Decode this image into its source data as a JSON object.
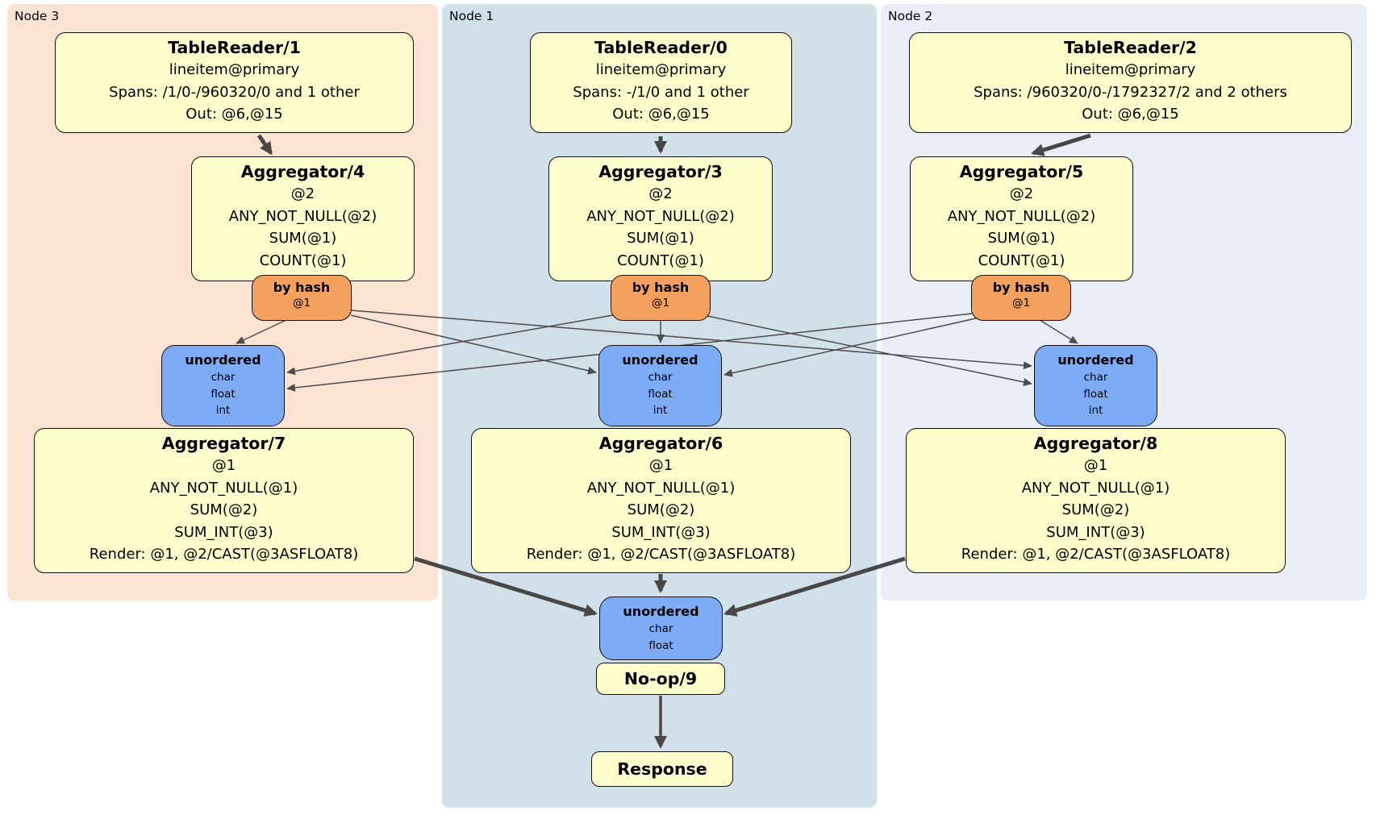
{
  "regions": {
    "node3": {
      "label": "Node 3"
    },
    "node1": {
      "label": "Node 1"
    },
    "node2": {
      "label": "Node 2"
    }
  },
  "boxes": {
    "tr1": {
      "title": "TableReader/1",
      "lines": [
        "lineitem@primary",
        "Spans: /1/0-/960320/0 and 1 other",
        "Out: @6,@15"
      ]
    },
    "agg4": {
      "title": "Aggregator/4",
      "lines": [
        "@2",
        "ANY_NOT_NULL(@2)",
        "SUM(@1)",
        "COUNT(@1)"
      ]
    },
    "hash3": {
      "title": "by hash",
      "sub": "@1"
    },
    "sync3": {
      "title": "unordered",
      "lines": [
        "char",
        "float",
        "int"
      ]
    },
    "agg7": {
      "title": "Aggregator/7",
      "lines": [
        "@1",
        "ANY_NOT_NULL(@1)",
        "SUM(@2)",
        "SUM_INT(@3)",
        "Render: @1, @2/CAST(@3ASFLOAT8)"
      ]
    },
    "tr0": {
      "title": "TableReader/0",
      "lines": [
        "lineitem@primary",
        "Spans: -/1/0 and 1 other",
        "Out: @6,@15"
      ]
    },
    "agg3": {
      "title": "Aggregator/3",
      "lines": [
        "@2",
        "ANY_NOT_NULL(@2)",
        "SUM(@1)",
        "COUNT(@1)"
      ]
    },
    "hash1": {
      "title": "by hash",
      "sub": "@1"
    },
    "sync1": {
      "title": "unordered",
      "lines": [
        "char",
        "float",
        "int"
      ]
    },
    "agg6": {
      "title": "Aggregator/6",
      "lines": [
        "@1",
        "ANY_NOT_NULL(@1)",
        "SUM(@2)",
        "SUM_INT(@3)",
        "Render: @1, @2/CAST(@3ASFLOAT8)"
      ]
    },
    "tr2": {
      "title": "TableReader/2",
      "lines": [
        "lineitem@primary",
        "Spans: /960320/0-/1792327/2 and 2 others",
        "Out: @6,@15"
      ]
    },
    "agg5": {
      "title": "Aggregator/5",
      "lines": [
        "@2",
        "ANY_NOT_NULL(@2)",
        "SUM(@1)",
        "COUNT(@1)"
      ]
    },
    "hash2": {
      "title": "by hash",
      "sub": "@1"
    },
    "sync2": {
      "title": "unordered",
      "lines": [
        "char",
        "float",
        "int"
      ]
    },
    "agg8": {
      "title": "Aggregator/8",
      "lines": [
        "@1",
        "ANY_NOT_NULL(@1)",
        "SUM(@2)",
        "SUM_INT(@3)",
        "Render: @1, @2/CAST(@3ASFLOAT8)"
      ]
    },
    "syncFinal": {
      "title": "unordered",
      "lines": [
        "char",
        "float"
      ]
    },
    "noop": {
      "title": "No-op/9"
    },
    "response": {
      "title": "Response"
    }
  },
  "colors": {
    "process_box": "#ffffce",
    "router": "#f4a05f",
    "sync": "#7dabf5",
    "node3_bg": "#fce3d4",
    "node1_bg": "#d2e0ea",
    "node2_bg": "#e9eef8",
    "edge": "#4d4d4d",
    "border": "#101010"
  }
}
